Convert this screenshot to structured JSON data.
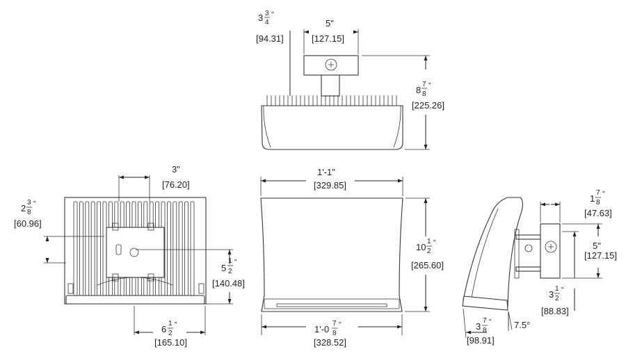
{
  "dimensions": {
    "top_mount_depth": {
      "whole": "3",
      "num": "3",
      "den": "4",
      "unit": "\"",
      "metric": "[94.31]"
    },
    "top_bracket_width": {
      "label": "5\"",
      "metric": "[127.15]"
    },
    "top_height": {
      "whole": "8",
      "num": "7",
      "den": "8",
      "unit": "\"",
      "metric": "[225.26]"
    },
    "back_slot_width": {
      "label": "3\"",
      "metric": "[76.20]"
    },
    "back_offset": {
      "whole": "2",
      "num": "3",
      "den": "8",
      "unit": "\"",
      "metric": "[60.96]"
    },
    "back_bracket_height": {
      "whole": "5",
      "num": "1",
      "den": "2",
      "unit": "\"",
      "metric": "[140.48]"
    },
    "back_bottom_width": {
      "whole": "6",
      "num": "1",
      "den": "2",
      "unit": "\"",
      "metric": "[165.10]"
    },
    "front_width": {
      "label": "1'-1\"",
      "metric": "[329.85]"
    },
    "front_height": {
      "whole": "10",
      "num": "1",
      "den": "2",
      "unit": "\"",
      "metric": "[265.60]"
    },
    "front_bottom_width": {
      "whole": "1'-0",
      "num": "7",
      "den": "8",
      "unit": "\"",
      "metric": "[328.52]"
    },
    "side_arm_width": {
      "whole": "1",
      "num": "7",
      "den": "8",
      "unit": "\"",
      "metric": "[47.63]"
    },
    "side_bracket_height": {
      "label": "5\"",
      "metric": "[127.15]"
    },
    "side_lower": {
      "whole": "3",
      "num": "1",
      "den": "2",
      "unit": "\"",
      "metric": "[88.83]"
    },
    "side_bottom_depth": {
      "whole": "3",
      "num": "7",
      "den": "8",
      "unit": "\"",
      "metric": "[98.91]"
    },
    "side_angle": {
      "label": "7.5°"
    }
  }
}
